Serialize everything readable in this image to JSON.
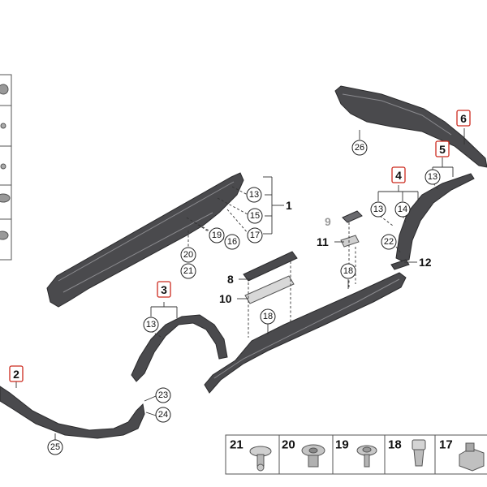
{
  "callouts": {
    "c13a": "13",
    "c15": "15",
    "c17": "17",
    "c19": "19",
    "c16": "16",
    "c20": "20",
    "c21": "21",
    "c13b": "13",
    "c18a": "18",
    "c18b": "18",
    "c13c": "13",
    "c14": "14",
    "c22": "22",
    "c13d": "13",
    "c26": "26",
    "c23": "23",
    "c24": "24",
    "c25": "25"
  },
  "plain_labels": {
    "l1": "1",
    "l8": "8",
    "l9": "9",
    "l10": "10",
    "l11": "11",
    "l12": "12"
  },
  "boxed_labels": {
    "b2": "2",
    "b3": "3",
    "b4": "4",
    "b5": "5",
    "b6": "6"
  },
  "legend": [
    {
      "number": "21",
      "icon": "plastic-rivet-icon"
    },
    {
      "number": "20",
      "icon": "expanding-nut-icon"
    },
    {
      "number": "19",
      "icon": "flange-screw-icon"
    },
    {
      "number": "18",
      "icon": "clip-icon"
    },
    {
      "number": "17",
      "icon": "clamp-icon"
    }
  ]
}
